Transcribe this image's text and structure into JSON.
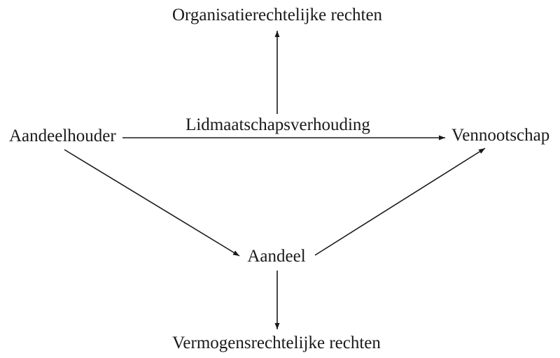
{
  "diagram": {
    "nodes": {
      "organisatierechtelijke_rechten": {
        "label": "Organisatierechtelijke rechten"
      },
      "aandeelhouder": {
        "label": "Aandeelhouder"
      },
      "lidmaatschapsverhouding": {
        "label": "Lidmaatschapsverhouding"
      },
      "vennootschap": {
        "label": "Vennootschap"
      },
      "aandeel": {
        "label": "Aandeel"
      },
      "vermogensrechtelijke_rechten": {
        "label": "Vermogensrechtelijke rechten"
      }
    },
    "edges": [
      {
        "from": "lidmaatschapsverhouding",
        "to": "organisatierechtelijke_rechten",
        "direction": "up",
        "style": "arrow"
      },
      {
        "from": "aandeelhouder",
        "to": "vennootschap",
        "direction": "right",
        "via_label": "lidmaatschapsverhouding",
        "style": "arrow"
      },
      {
        "from": "aandeelhouder",
        "to": "aandeel",
        "direction": "down-right",
        "style": "arrow"
      },
      {
        "from": "aandeel",
        "to": "vennootschap",
        "direction": "up-right",
        "style": "arrow"
      },
      {
        "from": "aandeel",
        "to": "vermogensrechtelijke_rechten",
        "direction": "down",
        "style": "arrow"
      }
    ],
    "colors": {
      "text": "#1a1a1a",
      "line": "#1a1a1a",
      "background": "#ffffff"
    }
  }
}
